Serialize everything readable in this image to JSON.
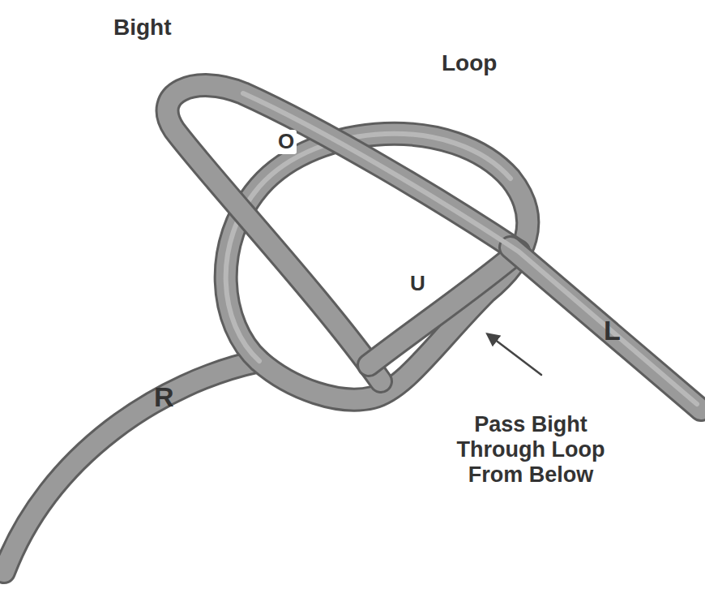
{
  "diagram": {
    "labels": [
      "Bight",
      "Loop",
      "O",
      "U",
      "L",
      "R",
      "Pass Bight Through Loop From Below"
    ]
  }
}
